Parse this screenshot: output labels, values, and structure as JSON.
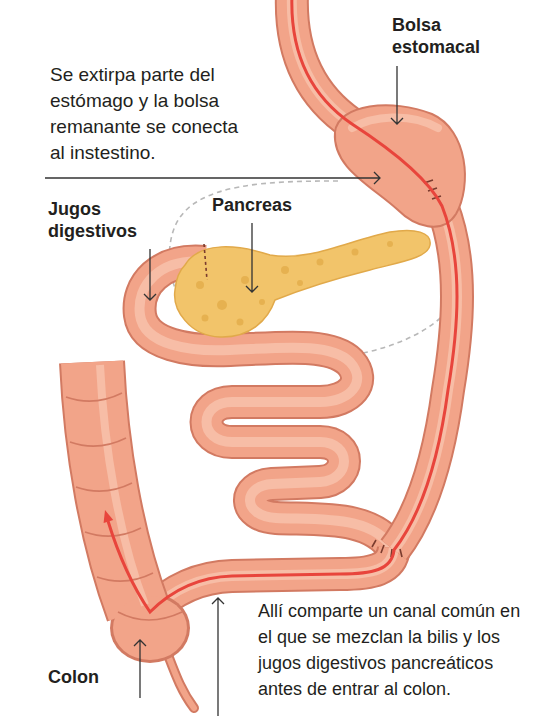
{
  "diagram": {
    "labels": [
      "Bolsa estomacal",
      "Se extirpa parte del estómago y la bolsa remanante se conecta al instestino.",
      "Pancreas",
      "Jugos digestivos",
      "Allí comparte un canal común en el que se mezclan la bilis y los jugos digestivos pancreáticos antes de entrar al colon.",
      "Colon"
    ]
  }
}
